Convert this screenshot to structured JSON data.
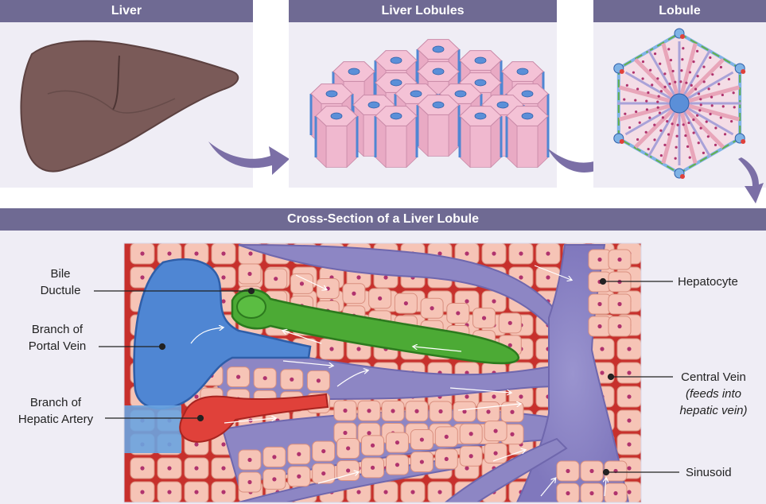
{
  "panels": {
    "liver": "Liver",
    "lobules": "Liver Lobules",
    "lobule": "Lobule",
    "cross_section": "Cross-Section of a Liver Lobule"
  },
  "labels": {
    "bile_ductule_1": "Bile",
    "bile_ductule_2": "Ductule",
    "portal_1": "Branch of",
    "portal_2": "Portal Vein",
    "artery_1": "Branch of",
    "artery_2": "Hepatic Artery",
    "hepatocyte": "Hepatocyte",
    "central_vein": "Central Vein",
    "central_note_1": "(feeds into",
    "central_note_2": "hepatic vein)",
    "sinusoid": "Sinusoid"
  },
  "colors": {
    "header": "#6f6a93",
    "panel_bg": "#efedf5",
    "arrow": "#7b6fa6",
    "liver": "#7a5a58",
    "hepatocyte": "#f6c4b6",
    "nucleus": "#b0336e",
    "sinusoid": "#8d86c4",
    "portal_vein": "#4f86d3",
    "hepatic_artery": "#e0413a",
    "bile": "#4caa35",
    "blood_bg": "#c7302c"
  }
}
